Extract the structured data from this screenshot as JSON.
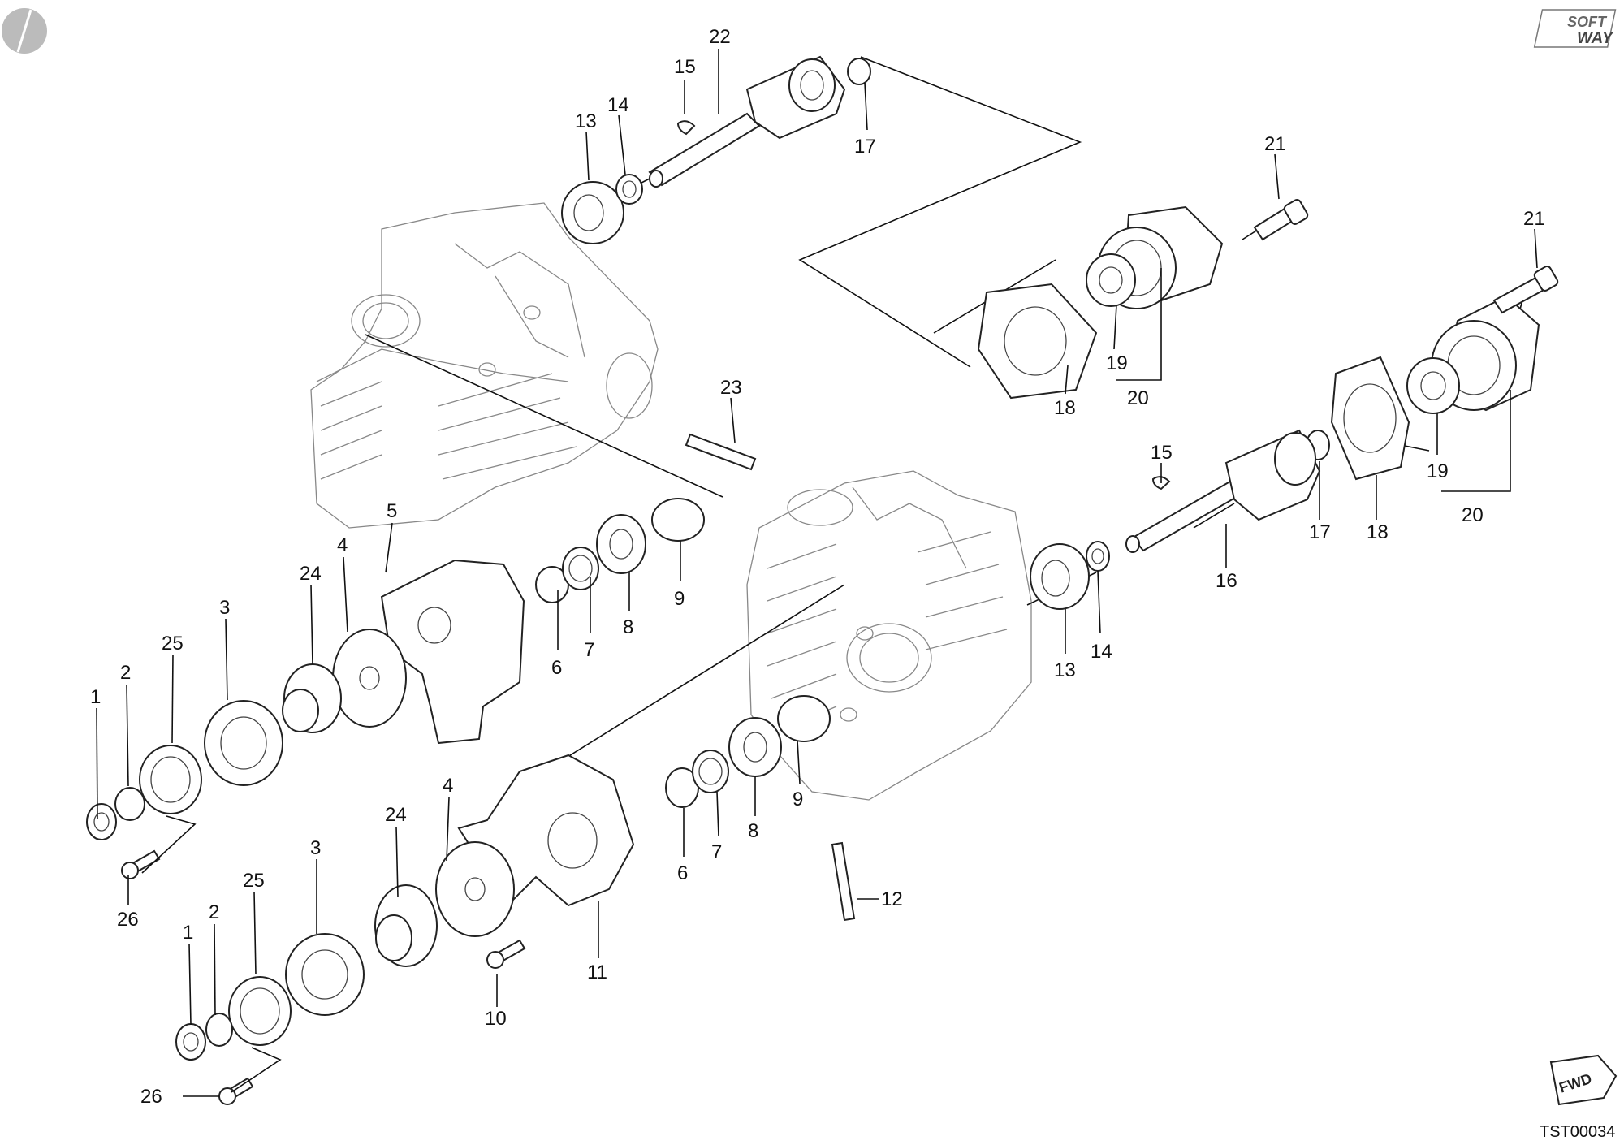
{
  "callouts": [
    {
      "id": "22a",
      "text": "22"
    },
    {
      "id": "15a",
      "text": "15"
    },
    {
      "id": "14a",
      "text": "14"
    },
    {
      "id": "13a",
      "text": "13"
    },
    {
      "id": "17a",
      "text": "17"
    },
    {
      "id": "21a",
      "text": "21"
    },
    {
      "id": "21b",
      "text": "21"
    },
    {
      "id": "19a",
      "text": "19"
    },
    {
      "id": "20a",
      "text": "20"
    },
    {
      "id": "18a",
      "text": "18"
    },
    {
      "id": "23a",
      "text": "23"
    },
    {
      "id": "15b",
      "text": "15"
    },
    {
      "id": "19b",
      "text": "19"
    },
    {
      "id": "20b",
      "text": "20"
    },
    {
      "id": "18b",
      "text": "18"
    },
    {
      "id": "17b",
      "text": "17"
    },
    {
      "id": "16a",
      "text": "16"
    },
    {
      "id": "5a",
      "text": "5"
    },
    {
      "id": "4a",
      "text": "4"
    },
    {
      "id": "24a",
      "text": "24"
    },
    {
      "id": "3a",
      "text": "3"
    },
    {
      "id": "25a",
      "text": "25"
    },
    {
      "id": "2a",
      "text": "2"
    },
    {
      "id": "1a",
      "text": "1"
    },
    {
      "id": "26a",
      "text": "26"
    },
    {
      "id": "6a",
      "text": "6"
    },
    {
      "id": "7a",
      "text": "7"
    },
    {
      "id": "8a",
      "text": "8"
    },
    {
      "id": "9a",
      "text": "9"
    },
    {
      "id": "13b",
      "text": "13"
    },
    {
      "id": "14b",
      "text": "14"
    },
    {
      "id": "6b",
      "text": "6"
    },
    {
      "id": "7b",
      "text": "7"
    },
    {
      "id": "8b",
      "text": "8"
    },
    {
      "id": "9b",
      "text": "9"
    },
    {
      "id": "4b",
      "text": "4"
    },
    {
      "id": "24b",
      "text": "24"
    },
    {
      "id": "3b",
      "text": "3"
    },
    {
      "id": "25b",
      "text": "25"
    },
    {
      "id": "2b",
      "text": "2"
    },
    {
      "id": "1b",
      "text": "1"
    },
    {
      "id": "26b",
      "text": "26"
    },
    {
      "id": "10a",
      "text": "10"
    },
    {
      "id": "11a",
      "text": "11"
    },
    {
      "id": "12a",
      "text": "12"
    }
  ],
  "logo": {
    "line1": "SOFT",
    "line2": "WAY"
  },
  "fwd": {
    "text": "FWD"
  },
  "drawing_code": "TST00034"
}
